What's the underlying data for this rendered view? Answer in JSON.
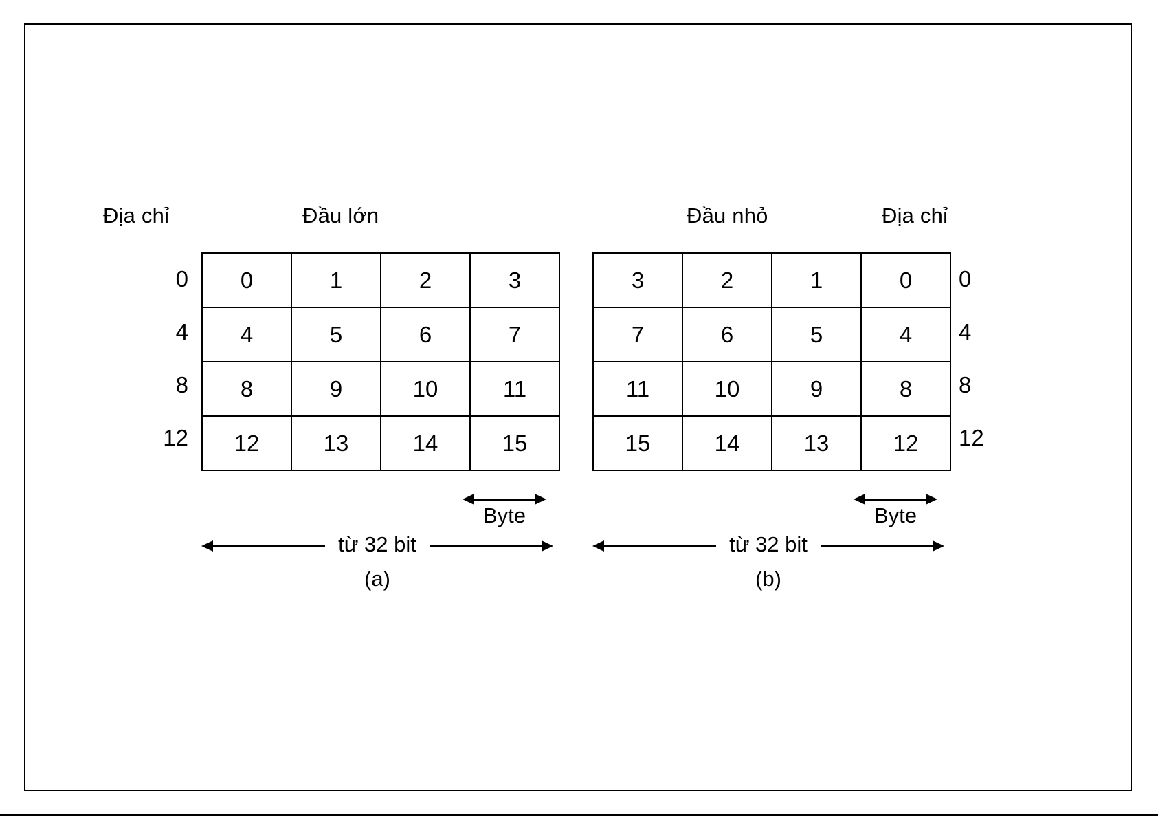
{
  "figure": {
    "panels": [
      {
        "id": "a",
        "caption": "(a)",
        "endianness_label": "Đầu lớn",
        "address_label": "Địa chỉ",
        "address_side": "left",
        "addresses": [
          "0",
          "4",
          "8",
          "12"
        ],
        "rows": [
          [
            "0",
            "1",
            "2",
            "3"
          ],
          [
            "4",
            "5",
            "6",
            "7"
          ],
          [
            "8",
            "9",
            "10",
            "11"
          ],
          [
            "12",
            "13",
            "14",
            "15"
          ]
        ],
        "byte_label": "Byte",
        "word_label": "từ 32 bit"
      },
      {
        "id": "b",
        "caption": "(b)",
        "endianness_label": "Đầu nhỏ",
        "address_label": "Địa chỉ",
        "address_side": "right",
        "addresses": [
          "0",
          "4",
          "8",
          "12"
        ],
        "rows": [
          [
            "3",
            "2",
            "1",
            "0"
          ],
          [
            "7",
            "6",
            "5",
            "4"
          ],
          [
            "11",
            "10",
            "9",
            "8"
          ],
          [
            "15",
            "14",
            "13",
            "12"
          ]
        ],
        "byte_label": "Byte",
        "word_label": "từ 32 bit"
      }
    ],
    "colors": {
      "ink": "#000000",
      "paper": "#ffffff"
    }
  }
}
